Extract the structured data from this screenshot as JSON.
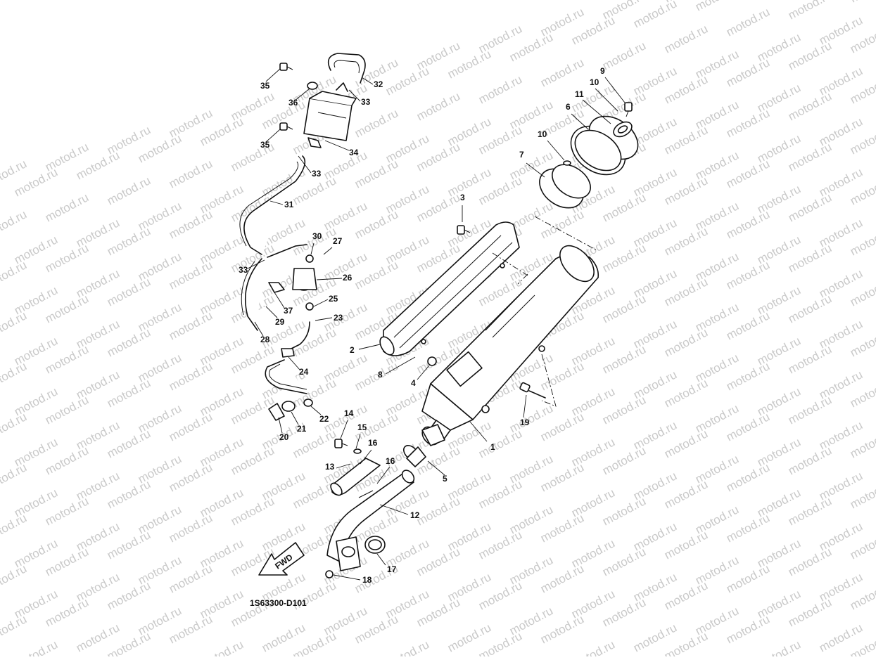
{
  "watermark": "motod.ru",
  "diagram_code": "1S63300-D101",
  "fwd_label": "FWD",
  "callouts": [
    {
      "id": "1"
    },
    {
      "id": "2"
    },
    {
      "id": "3"
    },
    {
      "id": "4"
    },
    {
      "id": "5"
    },
    {
      "id": "6"
    },
    {
      "id": "7"
    },
    {
      "id": "8"
    },
    {
      "id": "9"
    },
    {
      "id": "10a",
      "text": "10"
    },
    {
      "id": "10b",
      "text": "10"
    },
    {
      "id": "11"
    },
    {
      "id": "12"
    },
    {
      "id": "13"
    },
    {
      "id": "14"
    },
    {
      "id": "15"
    },
    {
      "id": "16a",
      "text": "16"
    },
    {
      "id": "16b",
      "text": "16"
    },
    {
      "id": "17"
    },
    {
      "id": "18"
    },
    {
      "id": "19"
    },
    {
      "id": "20"
    },
    {
      "id": "21"
    },
    {
      "id": "22"
    },
    {
      "id": "23"
    },
    {
      "id": "24"
    },
    {
      "id": "25"
    },
    {
      "id": "26"
    },
    {
      "id": "27"
    },
    {
      "id": "28"
    },
    {
      "id": "29"
    },
    {
      "id": "30"
    },
    {
      "id": "31"
    },
    {
      "id": "32"
    },
    {
      "id": "33a",
      "text": "33"
    },
    {
      "id": "33b",
      "text": "33"
    },
    {
      "id": "33c",
      "text": "33"
    },
    {
      "id": "34"
    },
    {
      "id": "35a",
      "text": "35"
    },
    {
      "id": "35b",
      "text": "35"
    },
    {
      "id": "36"
    },
    {
      "id": "37"
    }
  ]
}
